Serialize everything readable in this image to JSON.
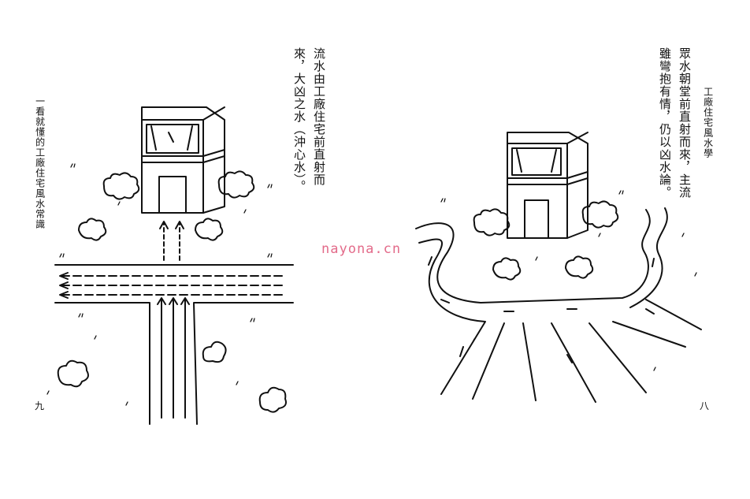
{
  "left_page": {
    "running_head": "一看就懂的工廠住宅風水常識",
    "caption_lines": [
      "流水由工廠住宅前直射而",
      "來，大凶之水（沖心水）。"
    ],
    "page_number": "九"
  },
  "right_page": {
    "running_head": "工廠住宅風水學",
    "caption_lines": [
      "眾水朝堂前直射而來，主流",
      "雖彎抱有情，仍以凶水論。"
    ],
    "page_number": "八"
  },
  "watermark": "nayona.cn"
}
